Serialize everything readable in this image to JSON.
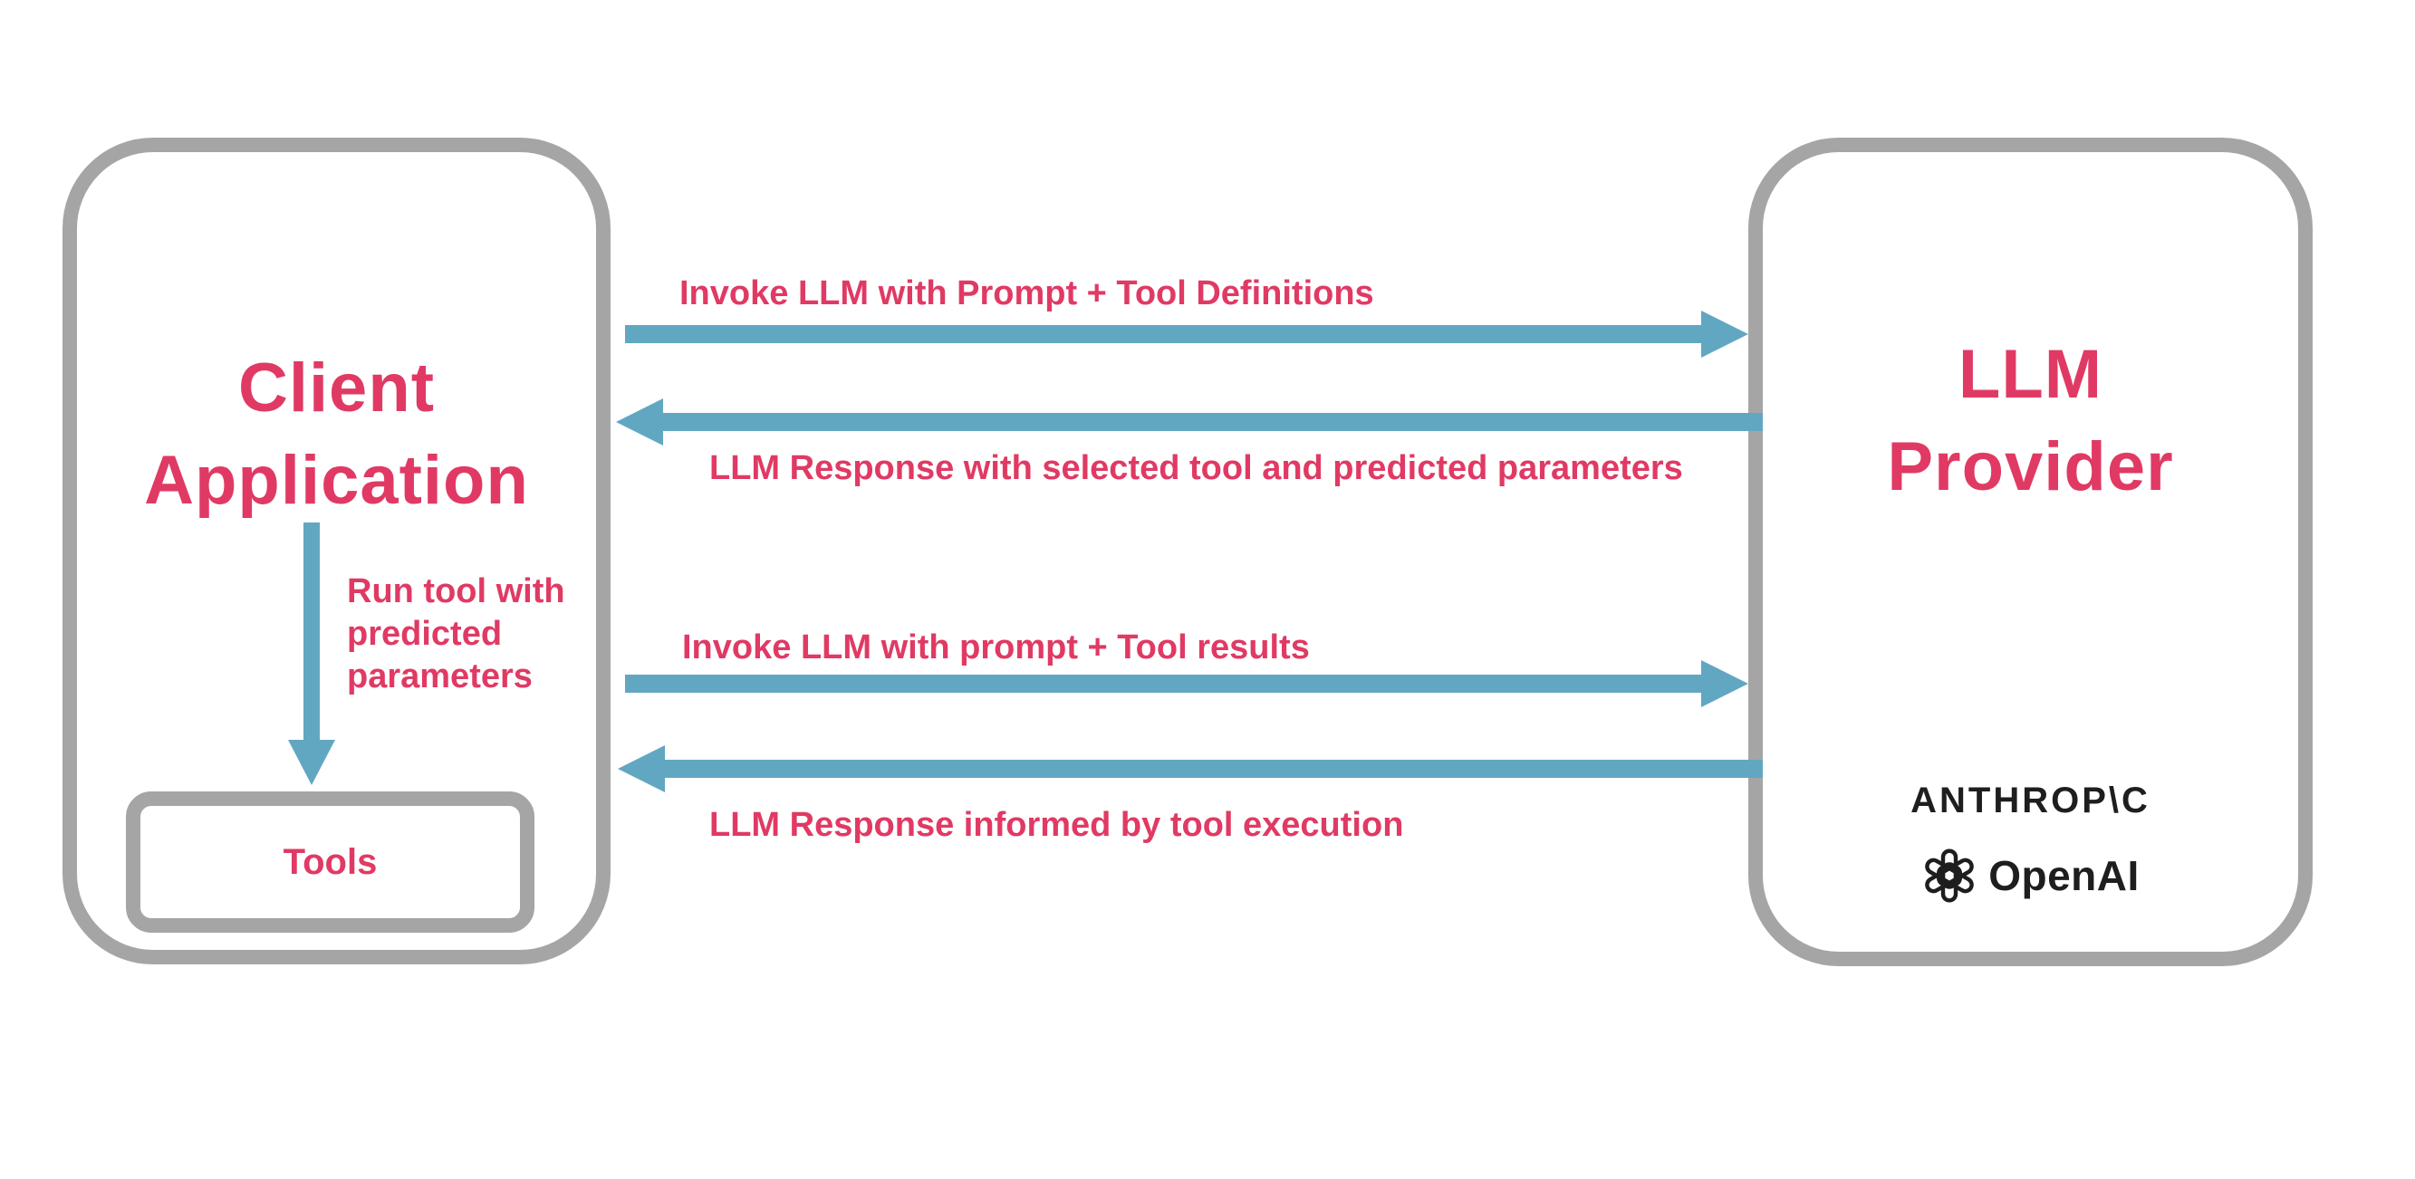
{
  "diagram": {
    "client": {
      "title_lines": [
        "Client",
        "Application"
      ],
      "run_tool_label": "Run tool with predicted parameters",
      "tools_label": "Tools"
    },
    "provider": {
      "title_lines": [
        "LLM",
        "Provider"
      ],
      "anthropic_logo_text": "ANTHROP\\C",
      "openai_logo_text": "OpenAI"
    },
    "flow": {
      "arrows": [
        {
          "label": "Invoke LLM with Prompt + Tool Definitions",
          "direction": "right",
          "from": "client",
          "to": "provider"
        },
        {
          "label": "LLM Response with selected tool and predicted parameters",
          "direction": "left",
          "from": "provider",
          "to": "client"
        },
        {
          "label": "Invoke LLM with prompt + Tool results",
          "direction": "right",
          "from": "client",
          "to": "provider"
        },
        {
          "label": "LLM Response informed by tool execution",
          "direction": "left",
          "from": "provider",
          "to": "client"
        }
      ],
      "internal_arrow": {
        "direction": "down",
        "from": "client-title",
        "to": "tools-box"
      }
    },
    "colors": {
      "accent_pink": "#E03A64",
      "arrow_blue": "#62A7C2",
      "border_gray": "#A5A5A5",
      "logo_black": "#1E1E1E",
      "bg": "#FFFFFF"
    }
  }
}
